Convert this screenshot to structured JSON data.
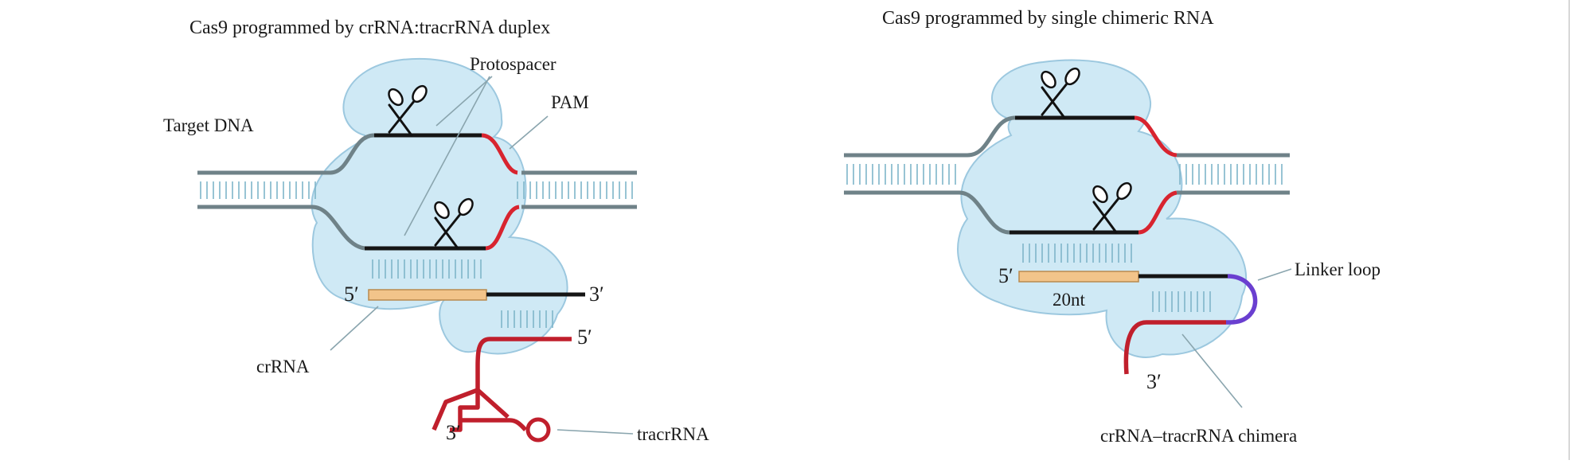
{
  "colors": {
    "cas9_body": "#cfe9f5",
    "cas9_edge": "#9cc8df",
    "dna_strand": "#6f8288",
    "dna_dark": "#151515",
    "pam": "#d8242f",
    "crRNA_bar": "#f2c48a",
    "crRNA_bar_edge": "#b98a4e",
    "tracrRNA": "#c01f2c",
    "linker": "#6a3fd0",
    "leader": "#8aa5ae",
    "base_ticks": "#7fb5c9"
  },
  "icons": {
    "scissors": "scissors-icon"
  },
  "left_panel": {
    "title": "Cas9 programmed by crRNA:tracrRNA duplex",
    "labels": {
      "target_dna": "Target DNA",
      "protospacer": "Protospacer",
      "pam": "PAM",
      "crRNA": "crRNA",
      "tracrRNA": "tracrRNA",
      "five_prime_cr": "5′",
      "three_prime_cr": "3′",
      "five_prime_tracr": "5′",
      "three_prime_tracr": "3′"
    }
  },
  "right_panel": {
    "title": "Cas9 programmed by single chimeric RNA",
    "labels": {
      "linker_loop": "Linker loop",
      "twenty_nt": "20nt",
      "chimera": "crRNA–tracrRNA chimera",
      "five_prime": "5′",
      "three_prime": "3′"
    }
  }
}
